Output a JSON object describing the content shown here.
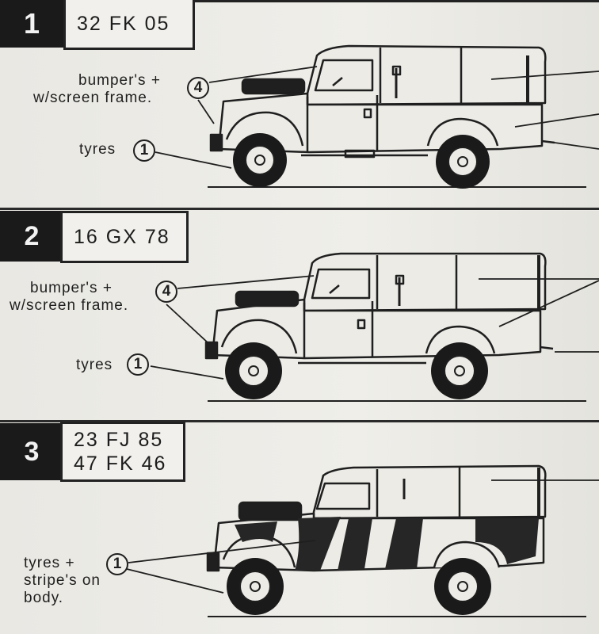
{
  "sections": [
    {
      "number": "1",
      "codes": [
        "32 FK 05"
      ],
      "labels": [
        {
          "text": "bumper's +",
          "callout": "4"
        },
        {
          "text": "w/screen frame."
        },
        {
          "text": "tyres",
          "callout": "1"
        }
      ]
    },
    {
      "number": "2",
      "codes": [
        "16 GX 78"
      ],
      "labels": [
        {
          "text": "bumper's +",
          "callout": "4"
        },
        {
          "text": "w/screen frame."
        },
        {
          "text": "tyres",
          "callout": "1"
        }
      ]
    },
    {
      "number": "3",
      "codes": [
        "23 FJ 85",
        "47 FK 46"
      ],
      "labels": [
        {
          "text": "tyres +",
          "callout": "1"
        },
        {
          "text": "stripe's on"
        },
        {
          "text": "body."
        }
      ]
    }
  ],
  "colors": {
    "ink": "#1f1f1f",
    "paper": "#ecebe6",
    "camo": "#262626"
  }
}
